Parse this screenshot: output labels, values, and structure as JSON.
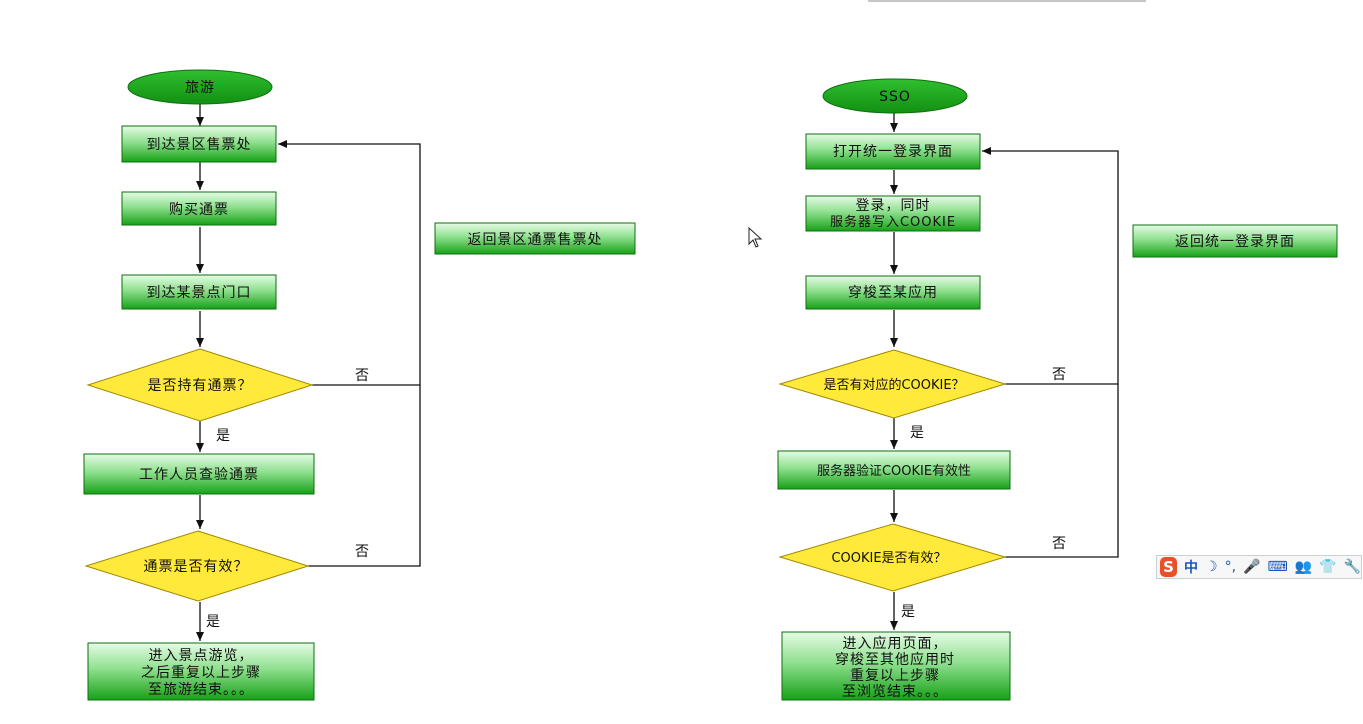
{
  "left": {
    "start": "旅游",
    "step1": "到达景区售票处",
    "step2": "购买通票",
    "step3": "到达某景点门口",
    "decision1": "是否持有通票？",
    "step4": "工作人员查验通票",
    "decision2": "通票是否有效？",
    "end_lines": [
      "进入景点游览，",
      "之后重复以上步骤",
      "至旅游结束。。。"
    ],
    "return_box": "返回景区通票售票处",
    "yes": "是",
    "no": "否"
  },
  "right": {
    "start": "SSO",
    "step1": "打开统一登录界面",
    "step2_lines": [
      "登录，同时",
      "服务器写入COOKIE"
    ],
    "step3": "穿梭至某应用",
    "decision1": "是否有对应的COOKIE？",
    "step4": "服务器验证COOKIE有效性",
    "decision2": "COOKIE是否有效？",
    "end_lines": [
      "进入应用页面，",
      "穿梭至其他应用时",
      "重复以上步骤",
      "至浏览结束。。。"
    ],
    "return_box": "返回统一登录界面",
    "yes": "是",
    "no": "否"
  },
  "ime_toolbar": {
    "logo": "S",
    "mode": "中",
    "glyphs": [
      "☽",
      "°,",
      "🎤",
      "⌨",
      "👥",
      "👕",
      "🔧"
    ]
  },
  "colors": {
    "terminal": "#1fa31f",
    "process_top": "#b8f0b8",
    "process_bottom": "#17a117",
    "decision": "#ffe93a",
    "line": "#111111"
  }
}
